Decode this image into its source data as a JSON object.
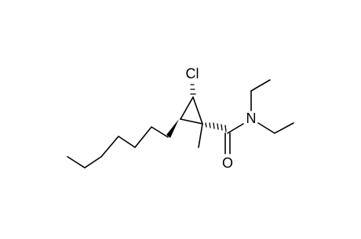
{
  "molecule": {
    "atoms": {
      "chlorine": "Cl",
      "nitrogen": "N",
      "oxygen": "O"
    }
  },
  "colors": {
    "bond": "#000000",
    "background": "#ffffff"
  }
}
